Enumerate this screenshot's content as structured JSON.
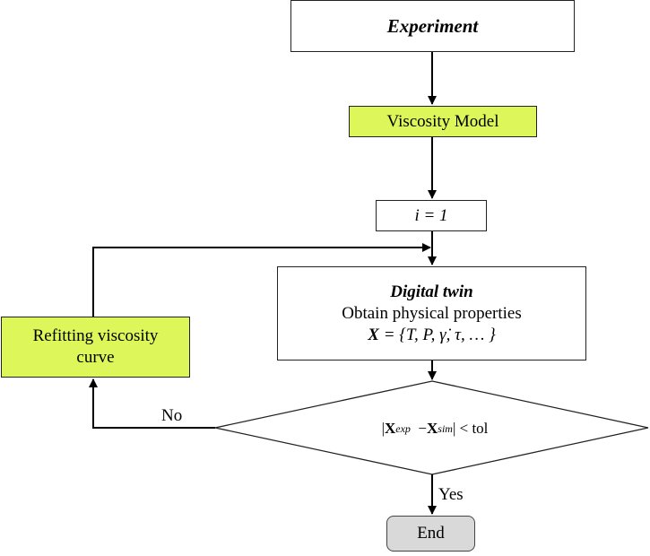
{
  "nodes": {
    "experiment": "Experiment",
    "viscosity_model": "Viscosity Model",
    "init": "i = 1",
    "digital_twin": {
      "title": "Digital twin",
      "subtitle": "Obtain physical properties",
      "formula": "X = {T, P, γ̇, τ, … }"
    },
    "decision": "|Xexp − Xsim| < tol",
    "refit": {
      "line1": "Refitting viscosity",
      "line2": "curve"
    },
    "end": "End"
  },
  "edges": {
    "no_label": "No",
    "yes_label": "Yes"
  },
  "colors": {
    "highlight_fill": "#ddf75a",
    "end_fill": "#d9d9d9",
    "stroke": "#222222"
  }
}
